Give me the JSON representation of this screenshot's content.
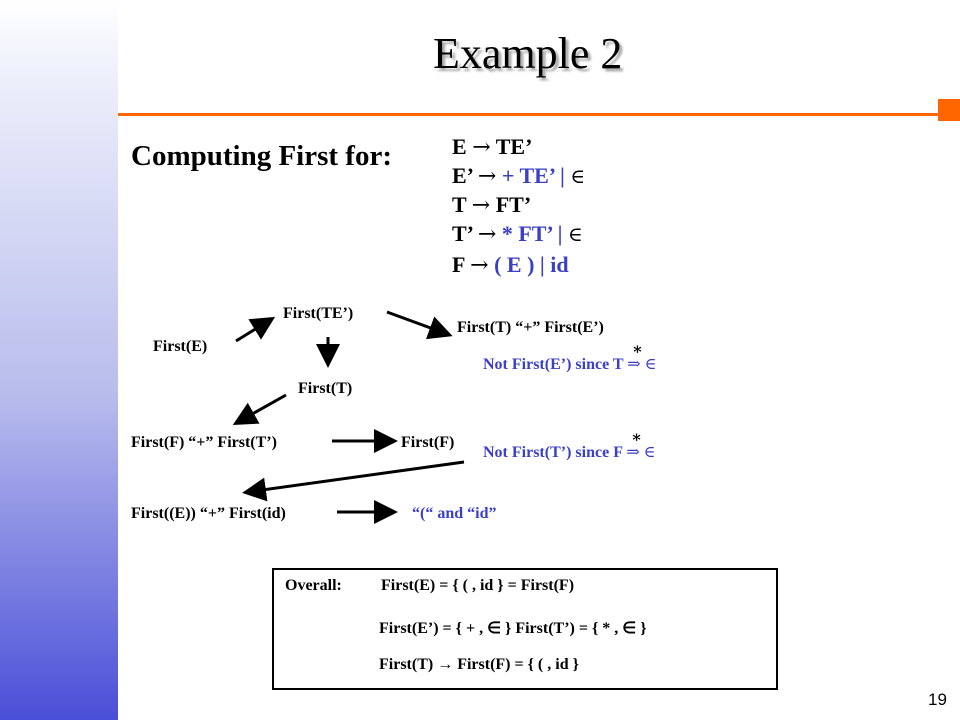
{
  "slide": {
    "title": "Example 2",
    "heading": "Computing First for:",
    "number": "19"
  },
  "grammar": [
    {
      "lhs": "E",
      "arrow": "→",
      "rhs": " TE’",
      "alt": "",
      "eps": ""
    },
    {
      "lhs": "E’",
      "arrow": "→",
      "rhs": " + TE’ | ",
      "alt": "",
      "eps": "∈"
    },
    {
      "lhs": "T",
      "arrow": "→",
      "rhs": " FT’",
      "alt": "",
      "eps": ""
    },
    {
      "lhs": "T’",
      "arrow": "→",
      "rhs": " * FT’ | ",
      "alt": "",
      "eps": "∈"
    },
    {
      "lhs": "F",
      "arrow": "→",
      "rhs": "  ( E )",
      "alt": "  | id",
      "eps": ""
    }
  ],
  "diagram": {
    "first_E": "First(E)",
    "first_TE": "First(TE’)",
    "first_T_plus_first_E": "First(T)  “+” First(E’)",
    "not_first_E": "Not First(E’)  since  T ",
    "first_T": "First(T)",
    "first_F_plus_first_T": "First(F)  “+” First(T’)",
    "first_F": "First(F)",
    "not_first_T": "Not First(T’)  since  F ",
    "first_paren_E": "First((E))  “+”  First(id)",
    "result": "“(“  and “id”",
    "derives_symbol": "⇒",
    "star": "*",
    "epsilon": "∈"
  },
  "overall": {
    "line1_label": "Overall:",
    "line1": "First(E)  = { ( , id }  = First(F)",
    "line2": "First(E’)  = { + ,  ∈  }    First(T’)  = { * ,  ∈  }",
    "line3": "First(T)  → First(F)  = { ( , id }"
  },
  "colors": {
    "accent_orange": "#ff6600",
    "sidebar_blue": "#4a4fd8",
    "text_blue": "#3b3fc4"
  }
}
